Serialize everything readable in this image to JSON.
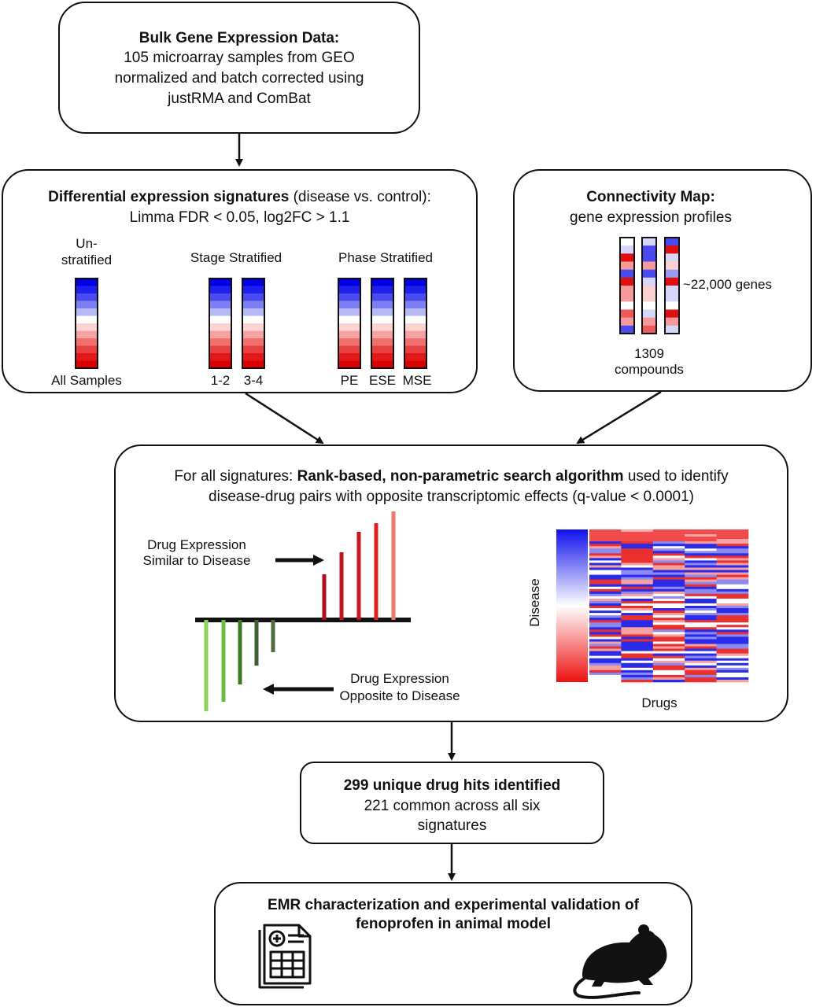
{
  "box1": {
    "title": "Bulk Gene Expression Data:",
    "line1": "105 microarray samples from GEO",
    "line2": "normalized and batch corrected using",
    "line3": "justRMA and ComBat"
  },
  "box2": {
    "title_bold": "Differential expression signatures",
    "title_rest": " (disease vs. control):",
    "line2": "Limma  FDR < 0.05, log2FC > 1.1",
    "groups": [
      {
        "heading_1": "Un-",
        "heading_2": "stratified",
        "labels": [
          "All Samples"
        ]
      },
      {
        "heading": "Stage Stratified",
        "labels": [
          "1-2",
          "3-4"
        ]
      },
      {
        "heading": "Phase Stratified",
        "labels": [
          "PE",
          "ESE",
          "MSE"
        ]
      }
    ]
  },
  "box3": {
    "title": "Connectivity Map:",
    "line2": "gene expression profiles",
    "genes_label": "~22,000 genes",
    "compounds_1": "1309",
    "compounds_2": "compounds"
  },
  "box4": {
    "line1_pre": "For all signatures: ",
    "line1_bold": "Rank-based, non-parametric search algorithm",
    "line1_post": " used to identify",
    "line2": "disease-drug pairs with opposite transcriptomic effects (q-value < 0.0001)",
    "similar_1": "Drug Expression",
    "similar_2": "Similar to Disease",
    "opposite_1": "Drug Expression",
    "opposite_2": "Opposite to Disease",
    "heatmap_ylabel": "Disease",
    "heatmap_xlabel": "Drugs"
  },
  "box5": {
    "title": "299 unique drug hits identified",
    "line2": "221 common across all six",
    "line3": "signatures"
  },
  "box6": {
    "line1": "EMR characterization and experimental validation of",
    "line2": "fenoprofen in animal model"
  },
  "icons": [
    "document-icon",
    "mouse-icon"
  ]
}
